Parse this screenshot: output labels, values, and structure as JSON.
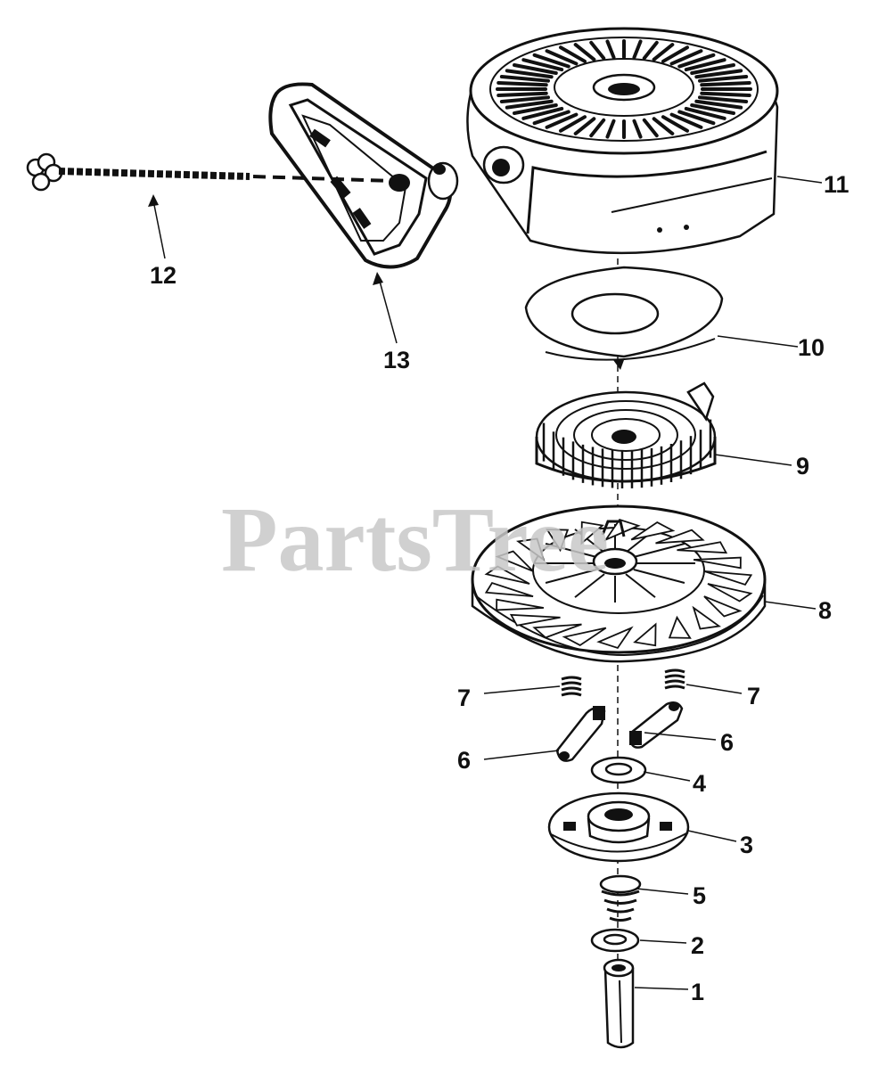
{
  "watermark": "PartsTree",
  "parts": [
    {
      "id": "1",
      "label": "1"
    },
    {
      "id": "2",
      "label": "2"
    },
    {
      "id": "3",
      "label": "3"
    },
    {
      "id": "4",
      "label": "4"
    },
    {
      "id": "5",
      "label": "5"
    },
    {
      "id": "6a",
      "label": "6"
    },
    {
      "id": "6b",
      "label": "6"
    },
    {
      "id": "7a",
      "label": "7"
    },
    {
      "id": "7b",
      "label": "7"
    },
    {
      "id": "8",
      "label": "8"
    },
    {
      "id": "9",
      "label": "9"
    },
    {
      "id": "10",
      "label": "10"
    },
    {
      "id": "11",
      "label": "11"
    },
    {
      "id": "12",
      "label": "12"
    },
    {
      "id": "13",
      "label": "13"
    }
  ]
}
